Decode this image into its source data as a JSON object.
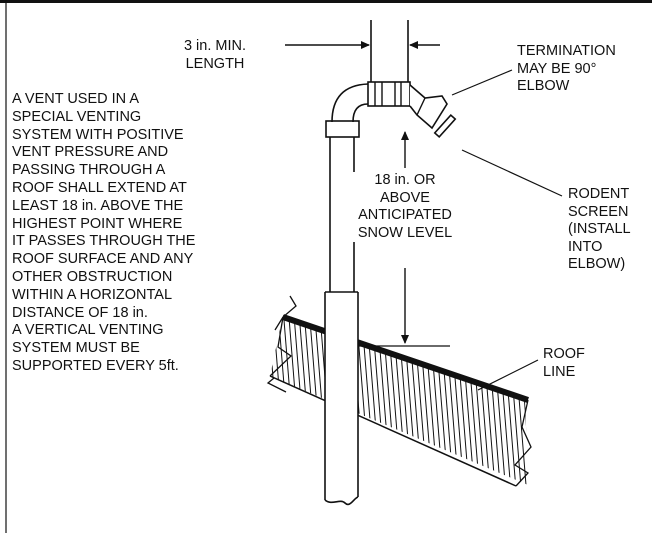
{
  "labels": {
    "min_length": [
      "3 in. MIN.",
      "LENGTH"
    ],
    "termination": [
      "TERMINATION",
      "MAY BE 90°",
      "ELBOW"
    ],
    "description": [
      "A VENT USED IN A",
      "SPECIAL VENTING",
      "SYSTEM WITH POSITIVE",
      "VENT PRESSURE AND",
      "PASSING THROUGH A",
      "ROOF SHALL EXTEND AT",
      "LEAST 18 in. ABOVE THE",
      "HIGHEST POINT WHERE",
      "IT PASSES THROUGH THE",
      "ROOF SURFACE AND ANY",
      "OTHER OBSTRUCTION",
      "WITHIN A HORIZONTAL",
      "DISTANCE OF 18 in.",
      "A VERTICAL VENTING",
      "SYSTEM MUST BE",
      "SUPPORTED EVERY 5ft."
    ],
    "snow_level": [
      "18 in. OR",
      "ABOVE",
      "ANTICIPATED",
      "SNOW LEVEL"
    ],
    "rodent_screen": [
      "RODENT",
      "SCREEN",
      "(INSTALL",
      "INTO",
      "ELBOW)"
    ],
    "roof_line": [
      "ROOF",
      "LINE"
    ]
  },
  "colors": {
    "line": "#111111",
    "background": "#ffffff"
  }
}
